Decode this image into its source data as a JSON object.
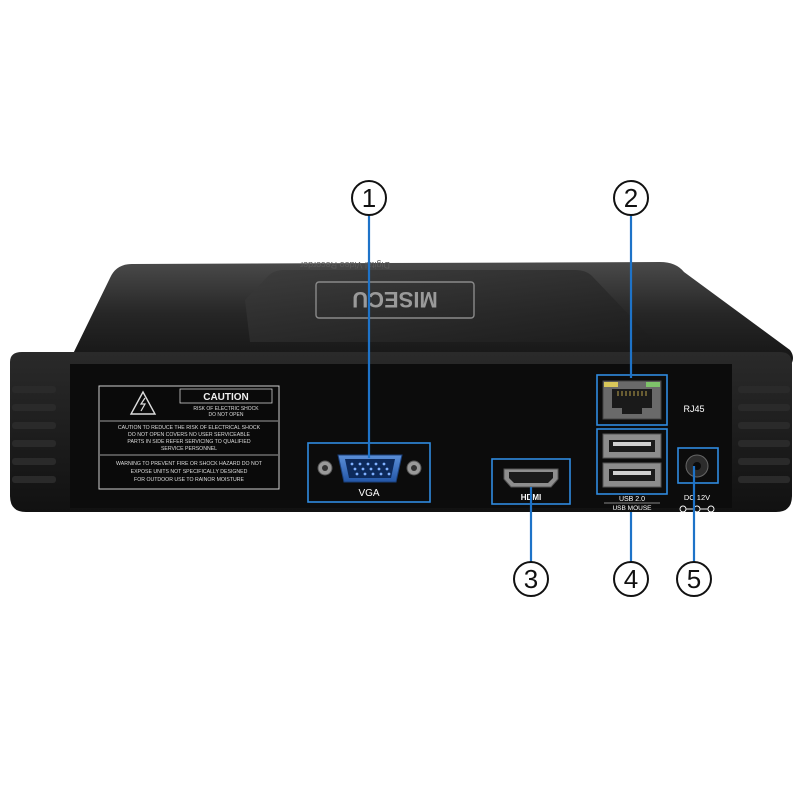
{
  "device": {
    "brand_logo": "MISECU",
    "top_text": "Digital Video Recorder"
  },
  "caution_label": {
    "title": "CAUTION",
    "shock_line1": "RISK OF ELECTRIC SHOCK",
    "shock_line2": "DO NOT OPEN",
    "body_line1": "CAUTION TO REDUCE THE RISK OF ELECTRICAL SHOCK",
    "body_line2": "DO NOT OPEN COVERS NO USER SERVICEABLE",
    "body_line3": "PARTS IN SIDE REFER SERVICING TO QUALIFIED",
    "body_line4": "SERVICE PERSONNEL",
    "warn_line1": "WARNING TO PREVENT FIRE OR SHOCK HAZARD DO NOT",
    "warn_line2": "EXPOSE UNITS NOT SPECIFICALLY DESIGNED",
    "warn_line3": "FOR OUTDOOR USE TO RAINOR MOISTURE"
  },
  "ports": {
    "vga": "VGA",
    "hdmi": "HDMI",
    "rj45": "RJ45",
    "usb_line1": "USB 2.0",
    "usb_line2": "USB MOUSE",
    "dc": "DC 12V"
  },
  "callouts": [
    "1",
    "2",
    "3",
    "4",
    "5"
  ],
  "colors": {
    "annotation": "#1e73c8",
    "body": "#1a1a1a",
    "panel": "#0e0e0e"
  }
}
